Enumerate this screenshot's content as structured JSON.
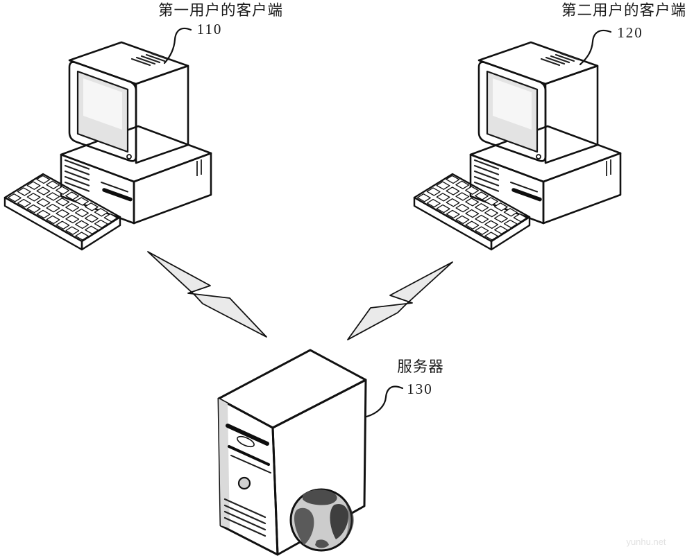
{
  "labels": {
    "client1": {
      "title": "第一用户的客户端",
      "ref": "110"
    },
    "client2": {
      "title": "第二用户的客户端",
      "ref": "120"
    },
    "server": {
      "title": "服务器",
      "ref": "130"
    }
  },
  "watermark": "yunhu.net",
  "colors": {
    "ink": "#111111",
    "body_light": "#f3f3f3",
    "body_mid": "#e6e6e6",
    "body_shadow": "#d7d7d7",
    "bolt_fill": "#eaeaea",
    "globe_land_dark": "#3f3f3f",
    "globe_land_mid": "#5a5a5a",
    "globe_ocean": "#cccccc",
    "watermark_color": "#e2e2e2"
  }
}
